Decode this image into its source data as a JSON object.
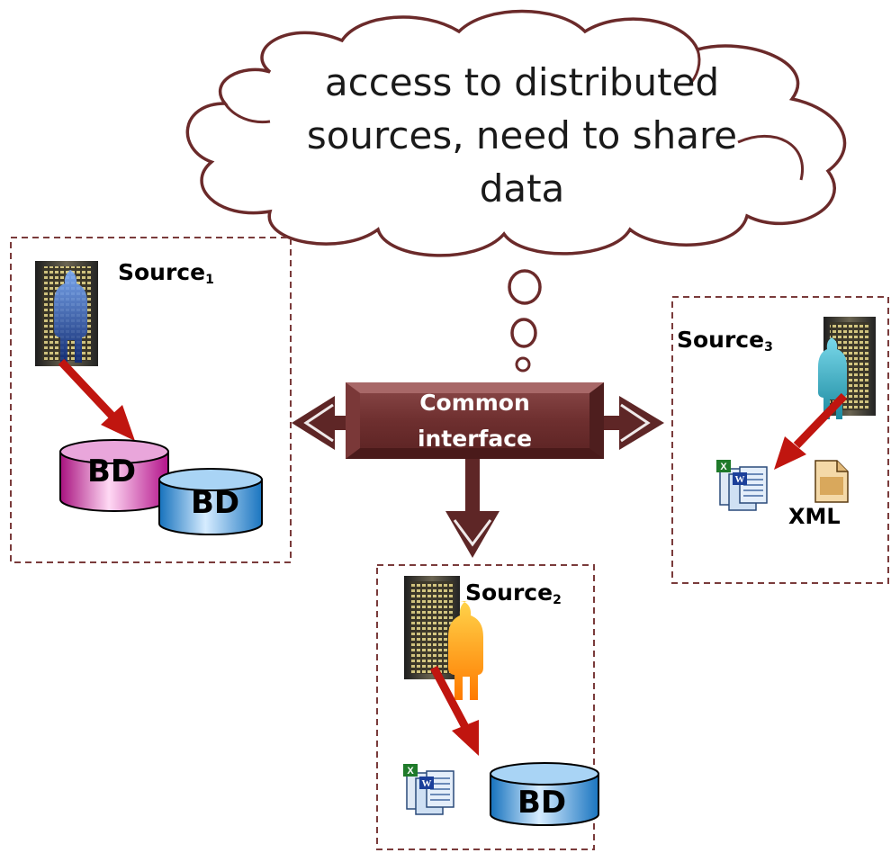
{
  "cloud": {
    "line1": "access to distributed",
    "line2": "sources, need to share",
    "line3": "data"
  },
  "interface": {
    "line1": "Common",
    "line2": "interface"
  },
  "sources": [
    {
      "label": "Source",
      "sub": "1",
      "stores": [
        "BD",
        "BD"
      ]
    },
    {
      "label": "Source",
      "sub": "2",
      "stores": [
        "BD"
      ]
    },
    {
      "label": "Source",
      "sub": "3",
      "stores": [
        "XML"
      ]
    }
  ],
  "colors": {
    "cloud_outline": "#6b2a2a",
    "box_border": "#7a3b3b",
    "interface_fill": "#6e2f2f",
    "arrow_fill": "#5e2626",
    "red_arrow": "#c0150f",
    "db_magenta": "#c8179c",
    "db_blue": "#1e7fc8"
  },
  "icons": [
    "server-person-icon",
    "database-icon",
    "documents-icon",
    "xml-file-icon"
  ]
}
